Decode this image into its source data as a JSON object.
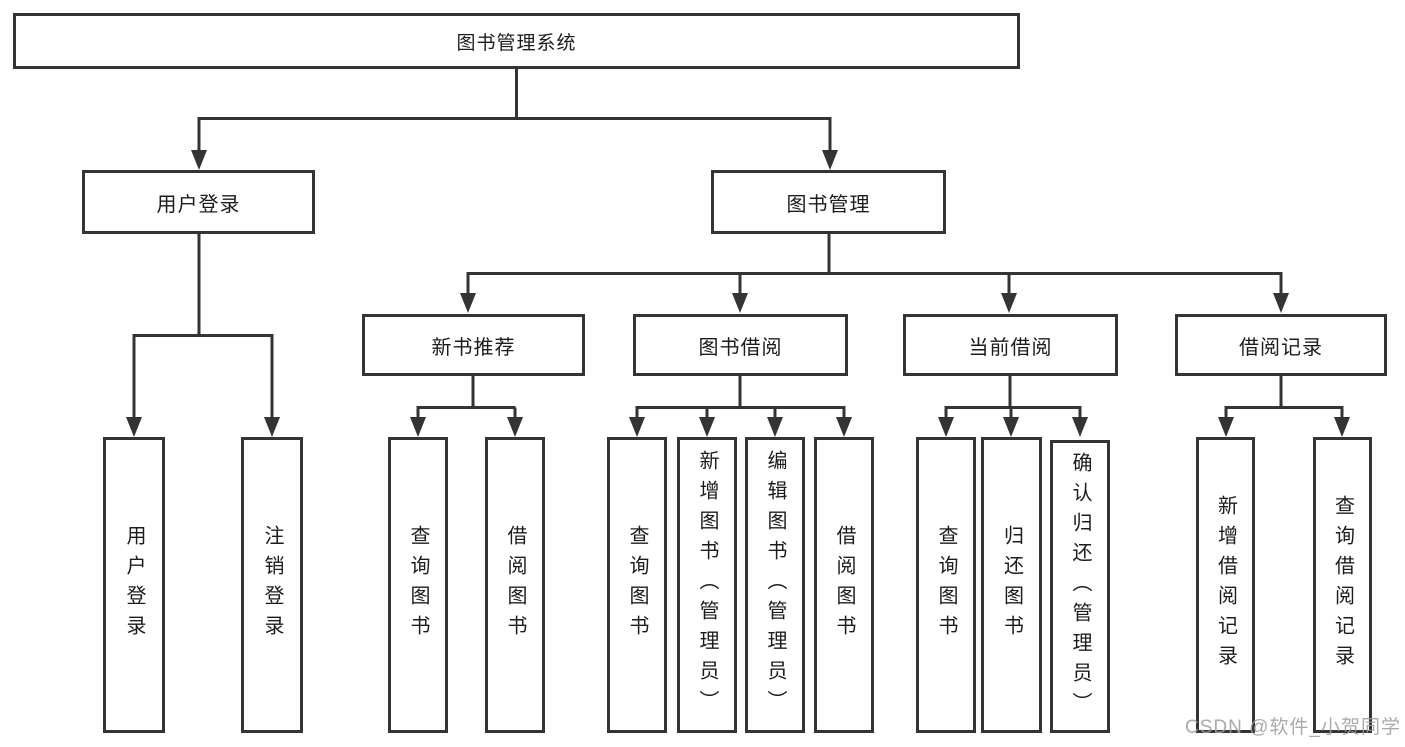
{
  "diagram": {
    "root": {
      "label": "图书管理系统"
    },
    "branches": [
      {
        "label": "用户登录",
        "children": [
          {
            "label": "用户登录"
          },
          {
            "label": "注销登录"
          }
        ]
      },
      {
        "label": "图书管理",
        "children": [
          {
            "label": "新书推荐",
            "children": [
              {
                "label": "查询图书"
              },
              {
                "label": "借阅图书"
              }
            ]
          },
          {
            "label": "图书借阅",
            "children": [
              {
                "label": "查询图书"
              },
              {
                "label": "新增图书（管理员）"
              },
              {
                "label": "编辑图书（管理员）"
              },
              {
                "label": "借阅图书"
              }
            ]
          },
          {
            "label": "当前借阅",
            "children": [
              {
                "label": "查询图书"
              },
              {
                "label": "归还图书"
              },
              {
                "label": "确认归还（管理员）"
              }
            ]
          },
          {
            "label": "借阅记录",
            "children": [
              {
                "label": "新增借阅记录"
              },
              {
                "label": "查询借阅记录"
              }
            ]
          }
        ]
      }
    ]
  },
  "colors": {
    "line": "#343434",
    "box_background": "#ffffff",
    "text": "#1c1c1c",
    "watermark": "#9e9e9e"
  },
  "watermark": {
    "text": "CSDN @软件_小贺同学"
  }
}
